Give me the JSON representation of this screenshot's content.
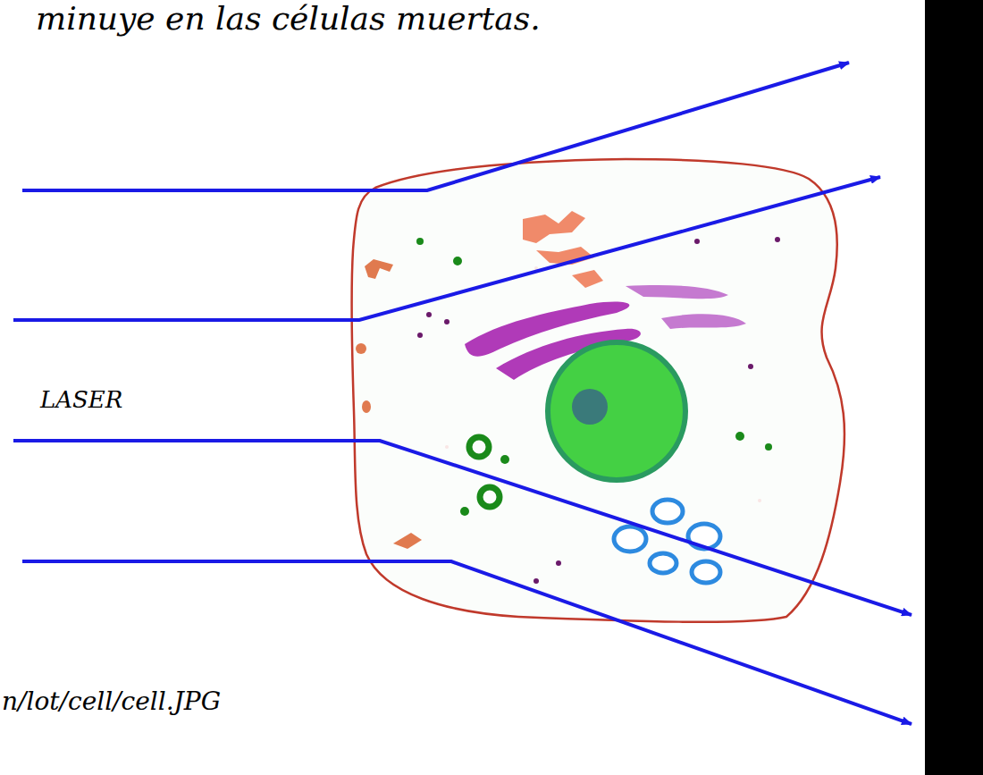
{
  "diagram": {
    "labels": [
      "minuye en las células muertas.",
      "LASER",
      "n/lot/cell/cell.JPG"
    ]
  }
}
